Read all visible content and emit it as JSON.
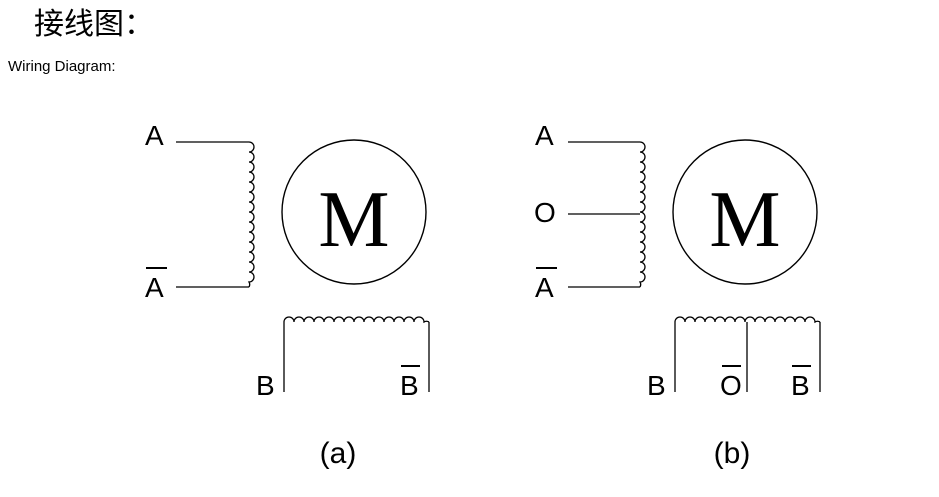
{
  "header": {
    "title_cn": "接线图：",
    "title_en": "Wiring Diagram:"
  },
  "diagram_a": {
    "caption": "(a)",
    "motor_label": "M",
    "coil_a_top": "A",
    "coil_a_bottom": "A",
    "coil_b_left": "B",
    "coil_b_right": "B"
  },
  "diagram_b": {
    "caption": "(b)",
    "motor_label": "M",
    "coil_a_top": "A",
    "coil_a_center": "O",
    "coil_a_bottom": "A",
    "coil_b_left": "B",
    "coil_b_center": "O",
    "coil_b_right": "B"
  }
}
